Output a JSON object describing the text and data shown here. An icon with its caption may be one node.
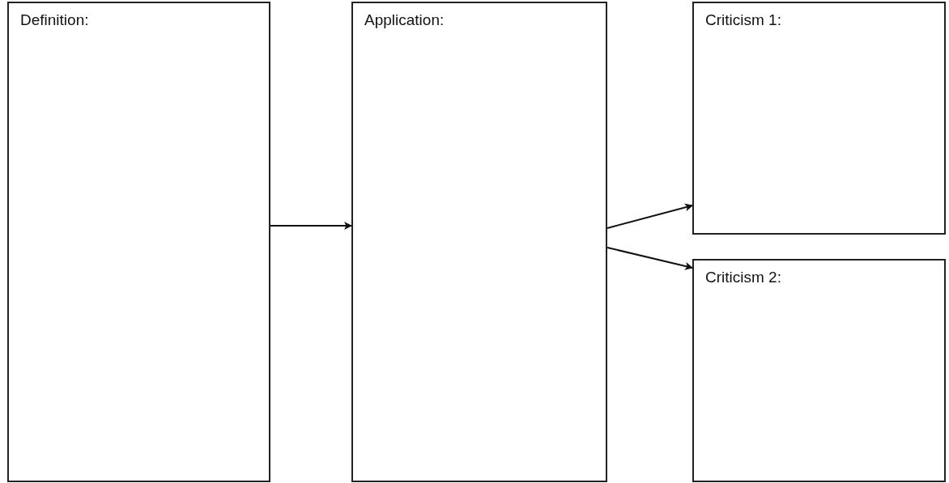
{
  "diagram": {
    "nodes": [
      {
        "text": [
          "Definition:"
        ]
      },
      {
        "text": [
          "Application:"
        ]
      },
      {
        "text": [
          "Criticism 1:"
        ]
      },
      {
        "text": [
          "Criticism 2:"
        ]
      }
    ],
    "edges": [
      {
        "from": 0,
        "to": 1,
        "arrow": "to"
      },
      {
        "from": 1,
        "to": 2,
        "arrow": "to"
      },
      {
        "from": 1,
        "to": 3,
        "arrow": "to"
      }
    ]
  }
}
